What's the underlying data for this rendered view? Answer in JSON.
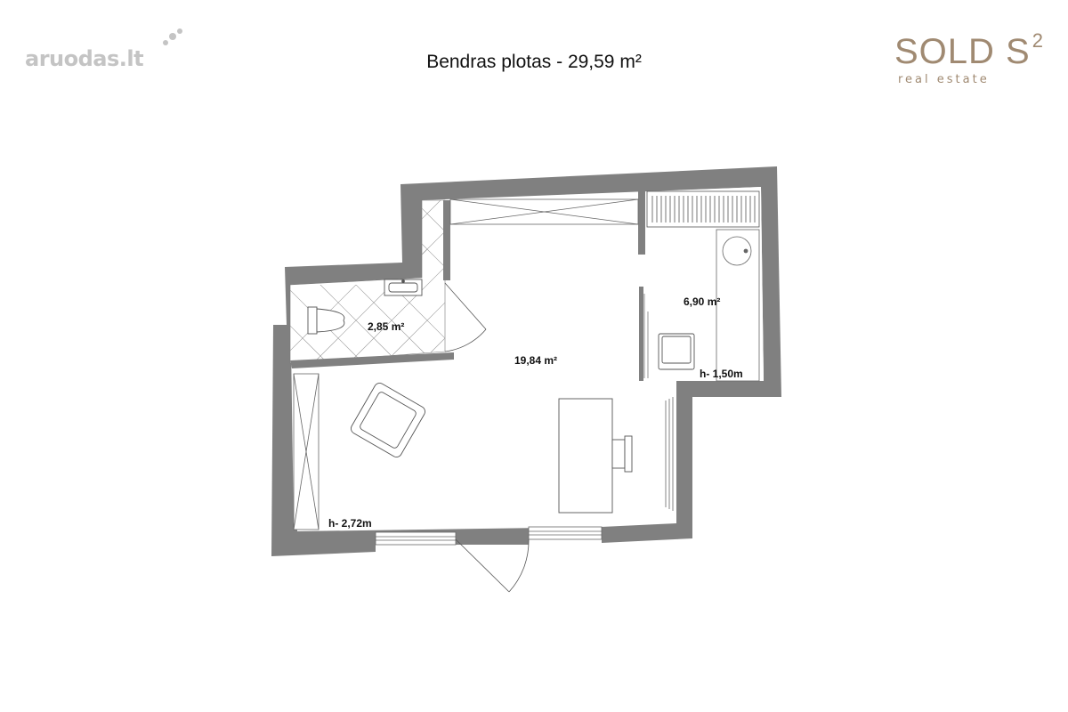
{
  "watermark": {
    "text": "aruodas.lt"
  },
  "title": "Bendras plotas - 29,59 m²",
  "brand": {
    "name": "SOLD S",
    "superscript": "2",
    "tagline": "real estate"
  },
  "rooms": {
    "bathroom_area": "2,85 m²",
    "main_area": "19,84 m²",
    "attic_area": "6,90 m²",
    "attic_height": "h- 1,50m",
    "main_height": "h- 2,72m"
  },
  "colors": {
    "wall": "#808080",
    "brand": "#a08a72",
    "watermark": "#c4c4c4"
  }
}
